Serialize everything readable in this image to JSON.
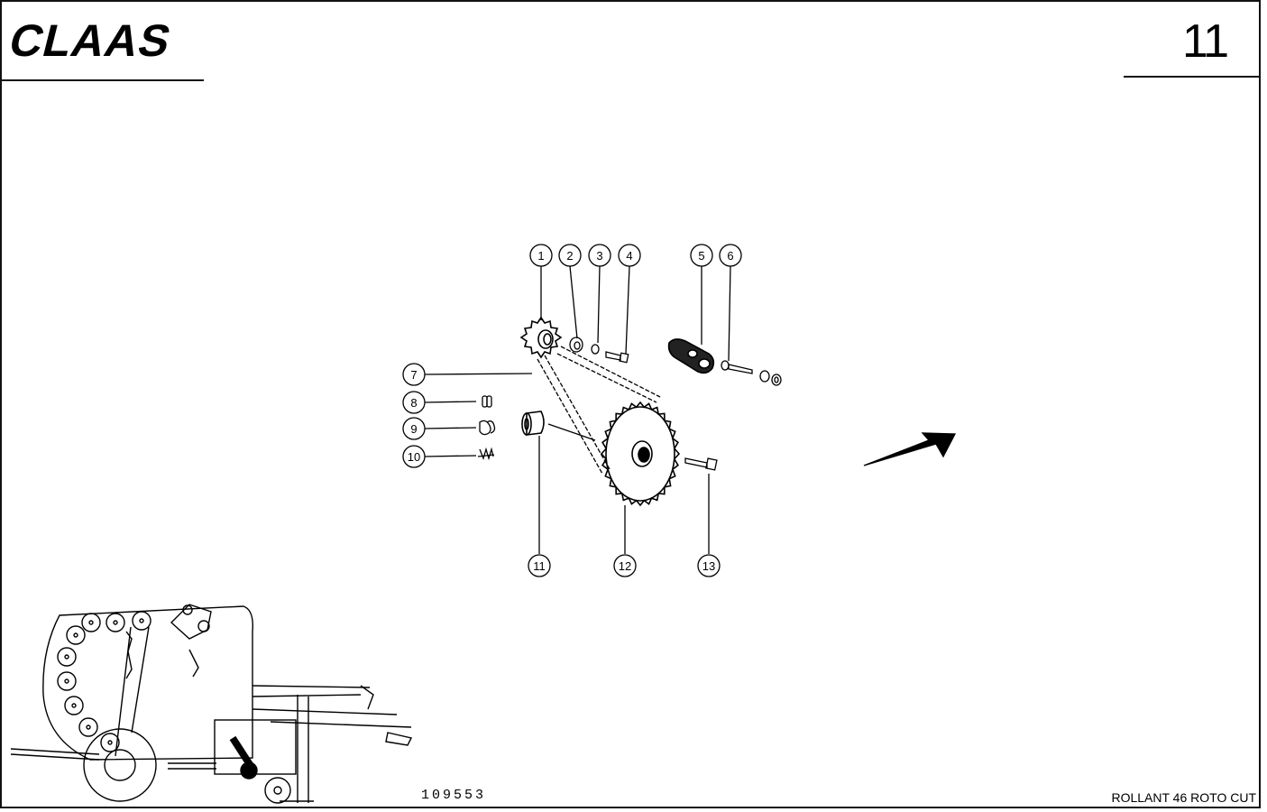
{
  "header": {
    "logo_text": "CLAAS",
    "page_number": "11"
  },
  "callouts": [
    "1",
    "2",
    "3",
    "4",
    "5",
    "6",
    "7",
    "8",
    "9",
    "10",
    "11",
    "12",
    "13"
  ],
  "footer": {
    "drawing_number": "109553",
    "model_name": "ROLLANT 46 ROTO CUT"
  },
  "colors": {
    "ink": "#000000",
    "paper": "#ffffff"
  },
  "icons": {
    "direction_arrow": "direction-arrow-icon",
    "machine_overview": "baler-overview-icon"
  }
}
